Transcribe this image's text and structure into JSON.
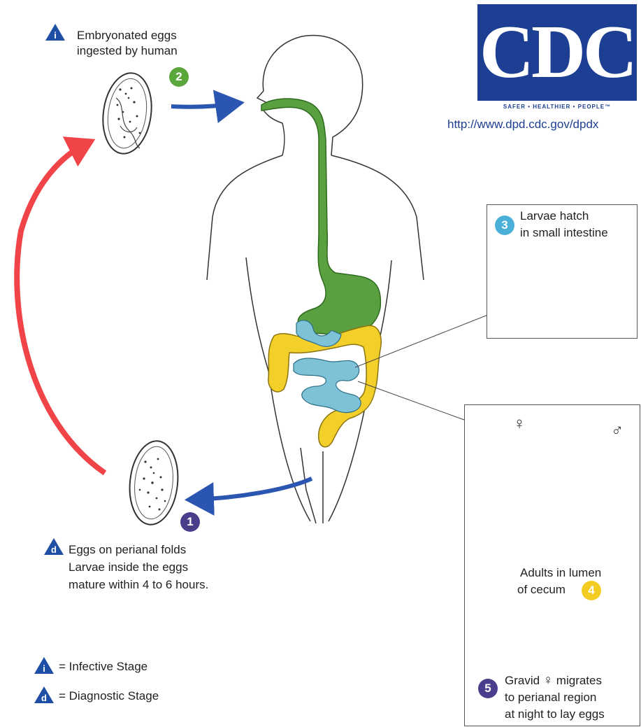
{
  "stage_i_egg": {
    "letter": "i",
    "line1": "Embryonated eggs",
    "line2": "ingested by human",
    "number": "2"
  },
  "stage_d_egg": {
    "letter": "d",
    "line1": "Eggs on perianal folds",
    "line2": "Larvae inside the eggs",
    "line3": "mature within 4 to 6 hours.",
    "number": "1"
  },
  "larvae": {
    "number": "3",
    "line1": "Larvae hatch",
    "line2": "in small intestine"
  },
  "adults": {
    "female_symbol": "♀",
    "male_symbol": "♂",
    "line1": "Adults in lumen",
    "line2": "of cecum",
    "number": "4"
  },
  "gravid": {
    "number": "5",
    "line1a": "Gravid",
    "line1_symbol": "♀",
    "line1b": "migrates",
    "line2": "to perianal region",
    "line3": "at night to lay eggs"
  },
  "legend": {
    "infective_letter": "i",
    "infective_label": "= Infective Stage",
    "diagnostic_letter": "d",
    "diagnostic_label": "= Diagnostic Stage"
  },
  "cdc": {
    "logo_text": "CDC",
    "tagline": "SAFER • HEALTHIER • PEOPLE™",
    "url": "http://www.dpd.cdc.gov/dpdx"
  },
  "colors": {
    "triangle_blue": "#1f4fa5",
    "num_green": "#5aa83c",
    "num_cyan": "#4bb0d8",
    "num_yellow": "#f3cc21",
    "num_purple": "#4a3d8c",
    "arrow_blue": "#2a55b0",
    "arrow_red": "#f04448",
    "gi_green": "#5aa040",
    "gi_yellow": "#f3cf2a",
    "gi_blue": "#7ec2d8"
  }
}
